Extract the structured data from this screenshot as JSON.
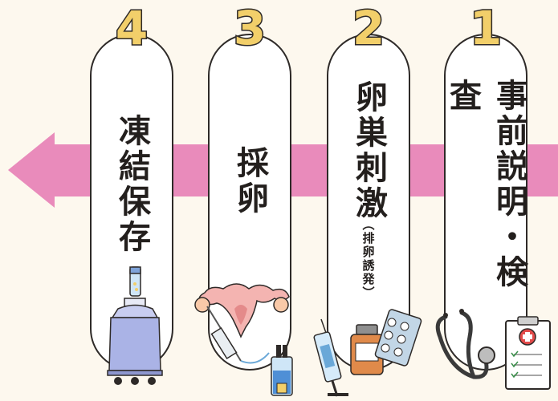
{
  "steps": [
    {
      "number": "1",
      "title": "事前説明・検査",
      "sub": ""
    },
    {
      "number": "2",
      "title": "卵巣刺激",
      "sub": "（排卵誘発）"
    },
    {
      "number": "3",
      "title": "採卵",
      "sub": ""
    },
    {
      "number": "4",
      "title": "凍結保存",
      "sub": ""
    }
  ],
  "colors": {
    "background": "#fdf8ee",
    "arrow": "#e98bbb",
    "number_fill": "#f2cf6a",
    "outline": "#2e2a28"
  },
  "icons": {
    "step1": [
      "stethoscope-icon",
      "medical-chart-icon"
    ],
    "step2": [
      "syringe-icon",
      "medicine-bottle-icon",
      "pill-blister-icon"
    ],
    "step3": [
      "uterus-icon",
      "needle-icon",
      "collection-tube-icon"
    ],
    "step4": [
      "test-tube-icon",
      "liquid-nitrogen-tank-icon"
    ]
  }
}
